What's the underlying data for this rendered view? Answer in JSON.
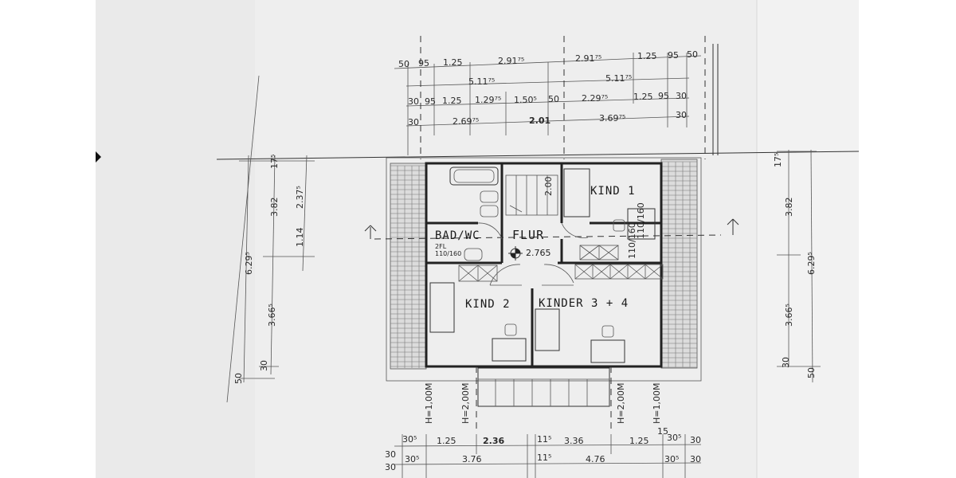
{
  "rooms": {
    "bad_wc": "BAD/WC",
    "flur": "FLUR",
    "kind1": "KIND 1",
    "kind2": "KIND 2",
    "kinder34": "KINDER 3 + 4"
  },
  "annotations": {
    "level": "2.765",
    "h200": "2.00",
    "bad_window": "2FL\n110/160",
    "bad_window_l1": "2FL",
    "bad_window_l2": "110/160",
    "kind1_window": "110/160",
    "kind1_window_side": "110/160"
  },
  "openings": {
    "h100_left": "H=1,00M",
    "h200_left": "H=2,00M",
    "h200_right": "H=2,00M",
    "h100_right": "H=1,00M"
  },
  "top_dims": {
    "row1": [
      "50",
      "95",
      "1.25",
      "2.91⁷⁵",
      "2.91⁷⁵",
      "1.25",
      "95",
      "50"
    ],
    "row2": [
      "5.11⁷⁵",
      "5.11⁷⁵"
    ],
    "row3": [
      "30",
      "95",
      "1.25",
      "1.29⁷⁵",
      "1.50⁵",
      "50",
      "2.29⁷⁵",
      "1.25",
      "95",
      "30"
    ],
    "row4": [
      "30",
      "2.69⁷⁵",
      "2.01",
      "3.69⁷⁵",
      "30"
    ]
  },
  "bottom_dims": {
    "row1": [
      "30",
      "30⁵",
      "1.25",
      "2.36",
      "11⁵",
      "3.36",
      "1.25",
      "15",
      "30⁵",
      "30"
    ],
    "row2": [
      "30",
      "30⁵",
      "3.76",
      "11⁵",
      "4.76",
      "30⁵",
      "30"
    ]
  },
  "left_dims": {
    "outer": "6.29⁵",
    "a": "3.82",
    "b": "2.37⁵",
    "c": "1.14",
    "d": "3.66⁵",
    "e": "17⁵",
    "f": "50",
    "g": "30"
  },
  "right_dims": {
    "outer": "6.29⁵",
    "a": "3.82",
    "b": "3.66⁵",
    "c": "17⁵",
    "d": "50",
    "e": "30"
  }
}
